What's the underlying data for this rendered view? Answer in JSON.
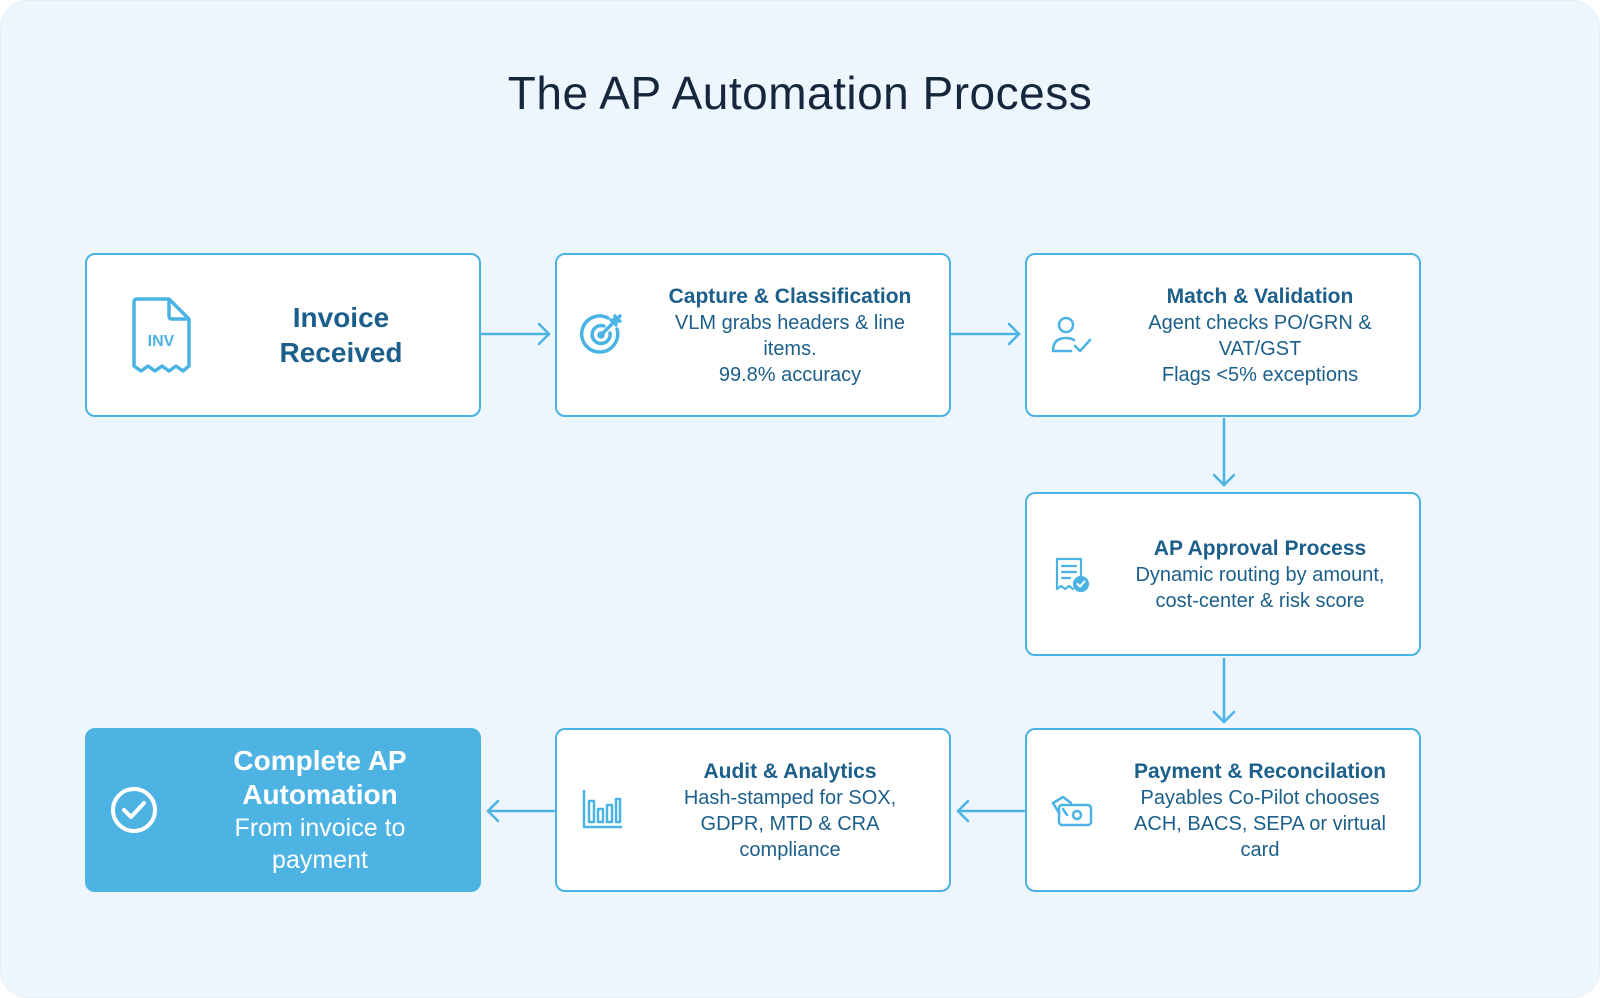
{
  "title": "The AP Automation Process",
  "colors": {
    "background": "#eef6fd",
    "card_border": "#4bb3e3",
    "accent_fill": "#4db3e2",
    "text_dark": "#15263d",
    "text_blue": "#1b5f8a"
  },
  "steps": [
    {
      "icon": "invoice-icon",
      "icon_text": "INV",
      "heading": "Invoice\nReceived",
      "description": ""
    },
    {
      "icon": "target-icon",
      "heading": "Capture & Classification",
      "description": "VLM grabs headers & line\nitems.\n99.8% accuracy"
    },
    {
      "icon": "user-check-icon",
      "heading": "Match & Validation",
      "description": "Agent checks PO/GRN &\nVAT/GST\nFlags <5% exceptions"
    },
    {
      "icon": "approval-document-icon",
      "heading": "AP Approval Process",
      "description": "Dynamic routing by amount,\ncost-center & risk score"
    },
    {
      "icon": "payment-card-icon",
      "heading": "Payment & Reconcilation",
      "description": "Payables Co-Pilot chooses\nACH, BACS, SEPA or virtual\ncard"
    },
    {
      "icon": "bar-chart-icon",
      "heading": "Audit & Analytics",
      "description": "Hash-stamped for SOX,\nGDPR,  MTD & CRA\ncompliance"
    },
    {
      "icon": "checkmark-circle-icon",
      "heading": "Complete AP\nAutomation",
      "description": "From invoice to\npayment"
    }
  ]
}
